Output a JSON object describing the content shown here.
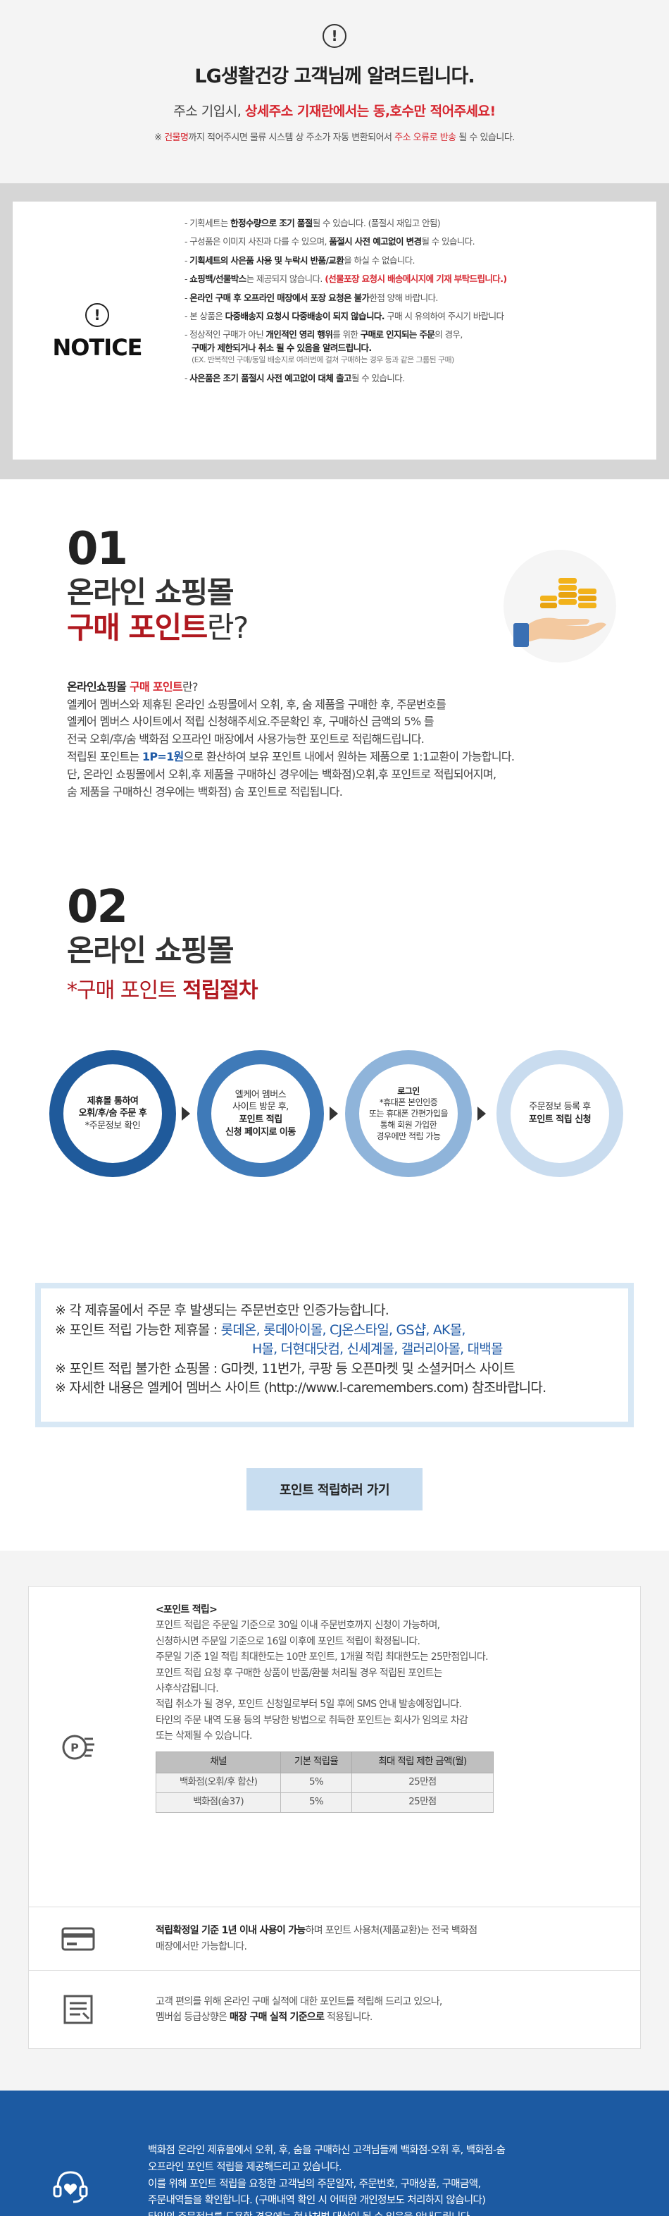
{
  "alert": {
    "icon": "!",
    "title": "LG생활건강 고객님께 알려드립니다.",
    "sub_prefix": "주소 기입시, ",
    "sub_highlight": "상세주소 기재란에서는 동,호수만 적어주세요!",
    "note_prefix": "※ ",
    "note_red1": "건물명",
    "note_mid": "까지 적어주시면 물류 시스템 상 주소가 자동 변환되어서 ",
    "note_red2": "주소 오류로 반송",
    "note_end": " 될 수 있습니다."
  },
  "notice": {
    "icon": "!",
    "label": "NOTICE",
    "items": [
      {
        "pre": "- 기획세트는 ",
        "hl": "한정수량으로 조기 품절",
        "post": "될 수 있습니다. (품절시 재입고 안됨)"
      },
      {
        "pre": "- 구성품은 이미지 사진과 다를 수 있으며, ",
        "hl": "품절시 사전 예고없이 변경",
        "post": "될 수 있습니다."
      },
      {
        "pre": "- ",
        "hl": "기획세트의 사은품 사용 및 누락시 반품/교환",
        "post": "을 하실 수 없습니다."
      },
      {
        "pre": "- ",
        "hl": "쇼핑백/선물박스",
        "post": "는 제공되지 않습니다. ",
        "red": "(선물포장 요청시 배송메시지에 기재 부탁드립니다.)"
      },
      {
        "pre": "- ",
        "hl": "온라인 구매 후 오프라인 매장에서 포장 요청은 불가",
        "post": "한점 양해 바랍니다."
      },
      {
        "pre": "- 본 상품은 ",
        "hl": "다중배송지 요청시 다중배송이 되지 않습니다.",
        "post": " 구매 시 유의하여 주시기 바랍니다"
      },
      {
        "pre": "- 정상적인 구매가 아닌 ",
        "hl": "개인적인 영리 행위",
        "post": "를 위한 ",
        "hl2": "구매로 인지되는 주문",
        "post2": "의 경우,",
        "sub": "구매가 제한되거나 취소 될 수 있음을 알려드립니다.",
        "small": "(EX. 반복적인 구매/동일 배송지로 여러번에 걸쳐 구매하는 경우 등과 같은 그룹된 구매)"
      },
      {
        "pre": "- ",
        "hl": "사은품은 조기 품절시 사전 예고없이 대체 출고",
        "post": "될 수 있습니다."
      }
    ]
  },
  "sec01": {
    "num": "01",
    "title1": "온라인 쇼핑몰",
    "title2_red": "구매 포인트",
    "title2_rest": "란?",
    "p_intro_b": "온라인쇼핑몰 ",
    "p_intro_red": "구매 포인트",
    "p_intro_end": "란?",
    "lines": [
      "엘케어 멤버스와 제휴된 온라인 쇼핑몰에서 오휘, 후, 숨 제품을 구매한 후, 주문번호를",
      "엘케어 멤버스 사이트에서 적립 신청해주세요.주문확인 후, 구매하신 금액의 5% 를",
      "전국 오휘/후/숨 백화점 오프라인 매장에서 사용가능한 포인트로 적립해드립니다."
    ],
    "line4_pre": "적립된 포인트는 ",
    "line4_blue": "1P=1원",
    "line4_post": "으로 환산하여 보유 포인트 내에서 원하는 제품으로 1:1교환이 가능합니다.",
    "lines2": [
      "단, 온라인 쇼핑몰에서 오휘,후 제품을 구매하신 경우에는 백화점)오휘,후 포인트로 적립되어지며,",
      "숨 제품을 구매하신 경우에는 백화점) 숨 포인트로 적립됩니다."
    ]
  },
  "sec02": {
    "num": "02",
    "title1": "온라인 쇼핑몰",
    "sub_pre": "*구매 포인트 ",
    "sub_b": "적립절차",
    "steps": [
      {
        "l1": "제휴몰 통하여",
        "l2": "오휘/후/숨 주문 후",
        "l3": "*주문정보 확인"
      },
      {
        "l1": "엘케어 멤버스",
        "l2": "사이트 방문 후,",
        "l3": "포인트 적립",
        "l4": "신청 페이지로 이동"
      },
      {
        "l1": "로그인",
        "l2": "*휴대폰 본인인증",
        "l3": "또는 휴대폰 간편가입을",
        "l4": "통해 회원 가입한",
        "l5": "경우에만 적립 가능"
      },
      {
        "l1": "주문정보 등록 후",
        "l2": "포인트 적립 신청"
      }
    ]
  },
  "partners": {
    "line1": "※ 각 제휴몰에서 주문 후 발생되는 주문번호만 인증가능합니다.",
    "line2_pre": "※ 포인트 적립 가능한 제휴몰 : ",
    "line2_blue": "롯데온, 롯데아이몰, CJ온스타일, GS샵, AK몰,",
    "line3_blue": "H몰, 더현대닷컴, 신세계몰, 갤러리아몰, 대백몰",
    "line4": "※ 포인트 적립 불가한 쇼핑몰 : G마켓, 11번가, 쿠팡 등 오픈마켓 및 소셜커머스 사이트",
    "line5": "※ 자세한 내용은 엘케어 멤버스 사이트 (http://www.l-caremembers.com) 참조바랍니다."
  },
  "button": {
    "label": "포인트 적립하러 가기"
  },
  "info": {
    "row1": {
      "heading": "<포인트 적립>",
      "lines": [
        "포인트 적립은 주문일 기준으로 30일 이내 주문번호까지 신청이 가능하며,",
        "신청하시면 주문일 기준으로 16일 이후에 포인트 적립이 확정됩니다.",
        "주문일 기준 1일 적립 최대한도는 10만 포인트, 1개월 적립 최대한도는 25만점입니다.",
        "포인트 적립 요청 후 구매한 상품이 반품/환불 처리될 경우 적립된 포인트는",
        "사후삭감됩니다.",
        "적립 취소가 될 경우, 포인트 신청일로부터 5일 후에 SMS 안내 발송예정입니다.",
        "타인의 주문 내역 도용 등의 부당한 방법으로 취득한 포인트는 회사가 임의로 차감",
        "또는 삭제될 수 있습니다."
      ],
      "table": {
        "headers": [
          "채널",
          "기본 적립율",
          "최대 적립 제한 금액(월)"
        ],
        "rows": [
          [
            "백화점(오휘/후 합산)",
            "5%",
            "25만점"
          ],
          [
            "백화점(숨37)",
            "5%",
            "25만점"
          ]
        ]
      }
    },
    "row2": {
      "b": "적립확정일 기준 1년 이내 사용이 가능",
      "rest": "하며 포인트 사용처(제품교환)는 전국 백화점",
      "line2": "매장에서만 가능합니다."
    },
    "row3": {
      "line1": "고객 편의를 위해 온라인 구매 실적에 대한 포인트를 적립해 드리고 있으나,",
      "line2_pre": "멤버쉽 등급상향은 ",
      "line2_b": "매장 구매 실적 기준으로",
      "line2_post": " 적용됩니다."
    }
  },
  "footer": {
    "lines": [
      "백화점 온라인 제휴몰에서 오휘, 후, 숨을 구매하신 고객님들께 백화점-오휘 후, 백화점-숨",
      "오프라인 포인트 적립을 제공해드리고 있습니다.",
      "이를 위해 포인트 적립을 요청한 고객님의 주문일자, 주문번호, 구매상품, 구매금액,",
      "주문내역들을 확인합니다. (구매내역 확인 시 어떠한 개인정보도 처리하지 않습니다)",
      "타인의 주문정보를 도용할 경우에는 형사처벌 대상이 될 수 있음을 안내드립니다"
    ]
  },
  "colors": {
    "red": "#d6262f",
    "dark_red": "#b0181f",
    "blue": "#1c5aa2",
    "light_blue": "#c8ddf0"
  }
}
